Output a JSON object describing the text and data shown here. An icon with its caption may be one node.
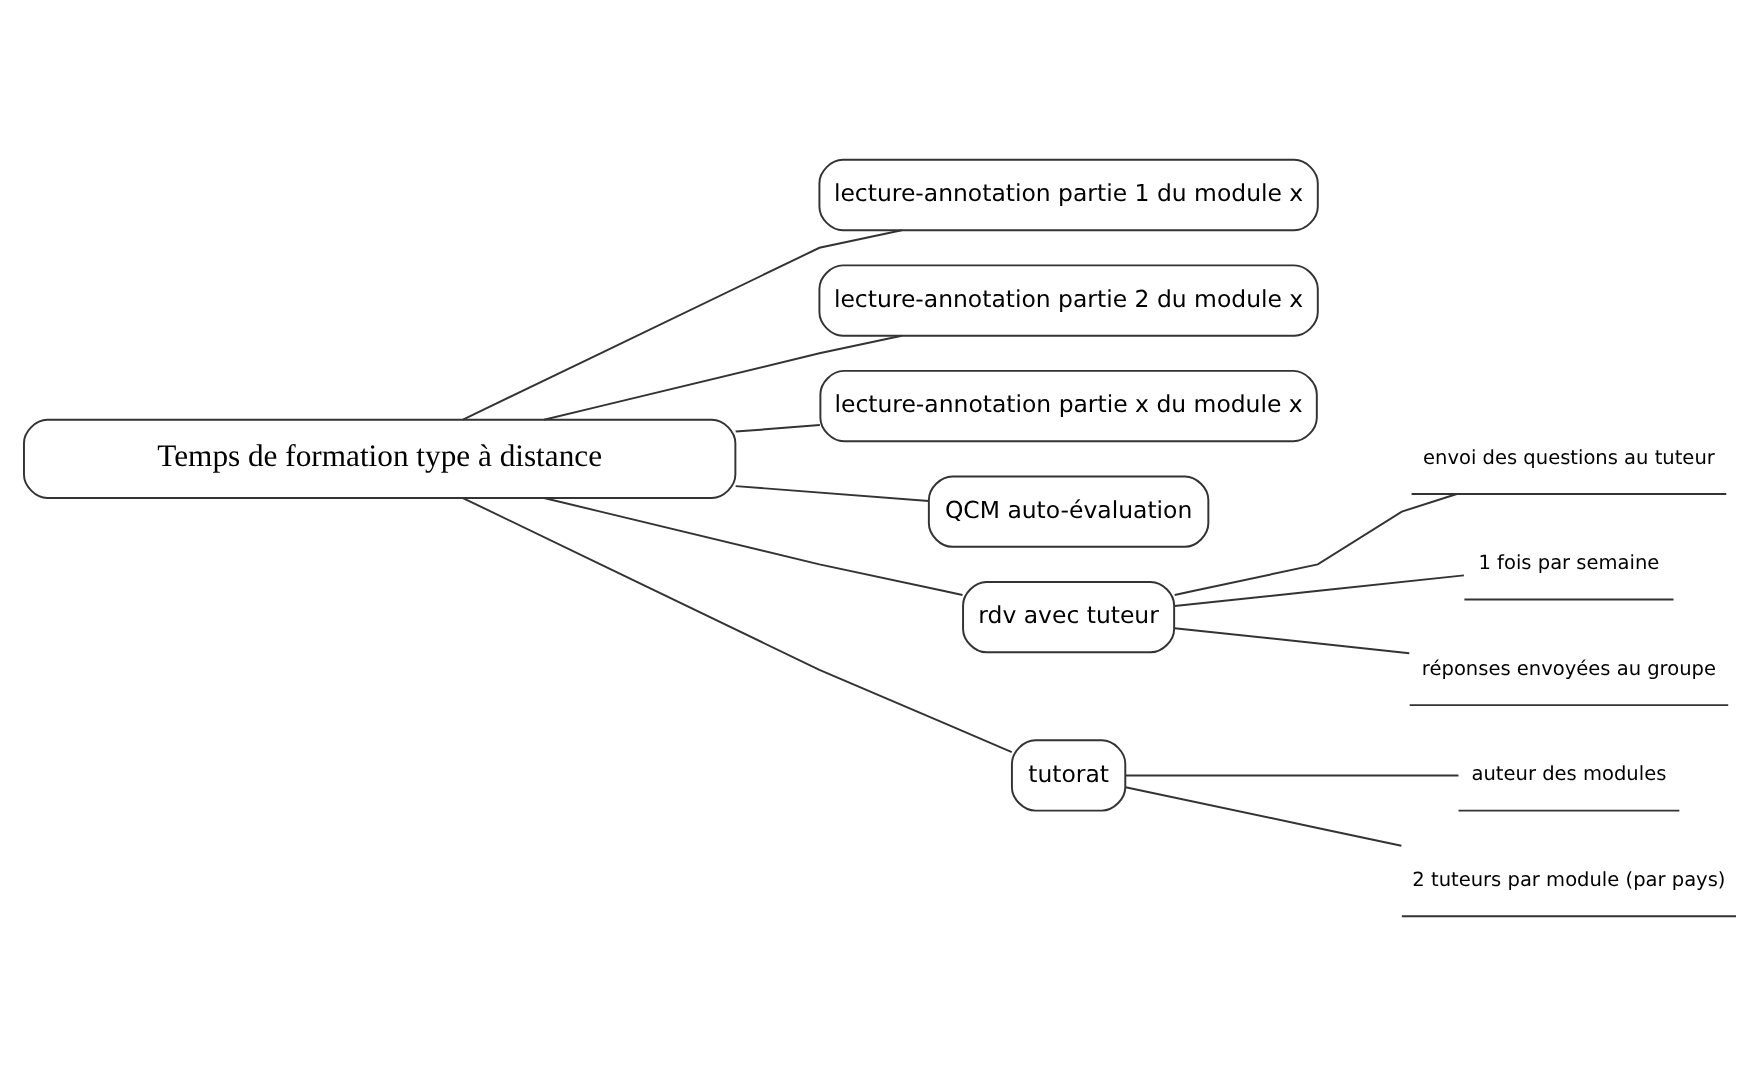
{
  "diagram": {
    "nodes": [
      {
        "text": [
          "Temps de formation type à distance"
        ]
      },
      {
        "text": [
          "lecture-annotation partie 1 du module x"
        ]
      },
      {
        "text": [
          "lecture-annotation partie 2 du module x"
        ]
      },
      {
        "text": [
          "lecture-annotation partie x du module x"
        ]
      },
      {
        "text": [
          "QCM auto-évaluation"
        ]
      },
      {
        "text": [
          "rdv avec tuteur"
        ]
      },
      {
        "text": [
          "envoi des questions au tuteur"
        ]
      },
      {
        "text": [
          "1 fois par semaine"
        ]
      },
      {
        "text": [
          "réponses envoyées au groupe"
        ]
      },
      {
        "text": [
          "tutorat"
        ]
      },
      {
        "text": [
          "auteur des modules"
        ]
      },
      {
        "text": [
          "2 tuteurs par module (par pays)"
        ]
      }
    ],
    "edges": [
      {
        "from": 0,
        "to": 1,
        "arrow": "none"
      },
      {
        "from": 0,
        "to": 2,
        "arrow": "none"
      },
      {
        "from": 0,
        "to": 3,
        "arrow": "none"
      },
      {
        "from": 0,
        "to": 4,
        "arrow": "none"
      },
      {
        "from": 0,
        "to": 5,
        "arrow": "none"
      },
      {
        "from": 5,
        "to": 6,
        "arrow": "none"
      },
      {
        "from": 5,
        "to": 7,
        "arrow": "none"
      },
      {
        "from": 5,
        "to": 8,
        "arrow": "none"
      },
      {
        "from": 0,
        "to": 9,
        "arrow": "none"
      },
      {
        "from": 9,
        "to": 10,
        "arrow": "none"
      },
      {
        "from": 9,
        "to": 11,
        "arrow": "none"
      }
    ]
  }
}
